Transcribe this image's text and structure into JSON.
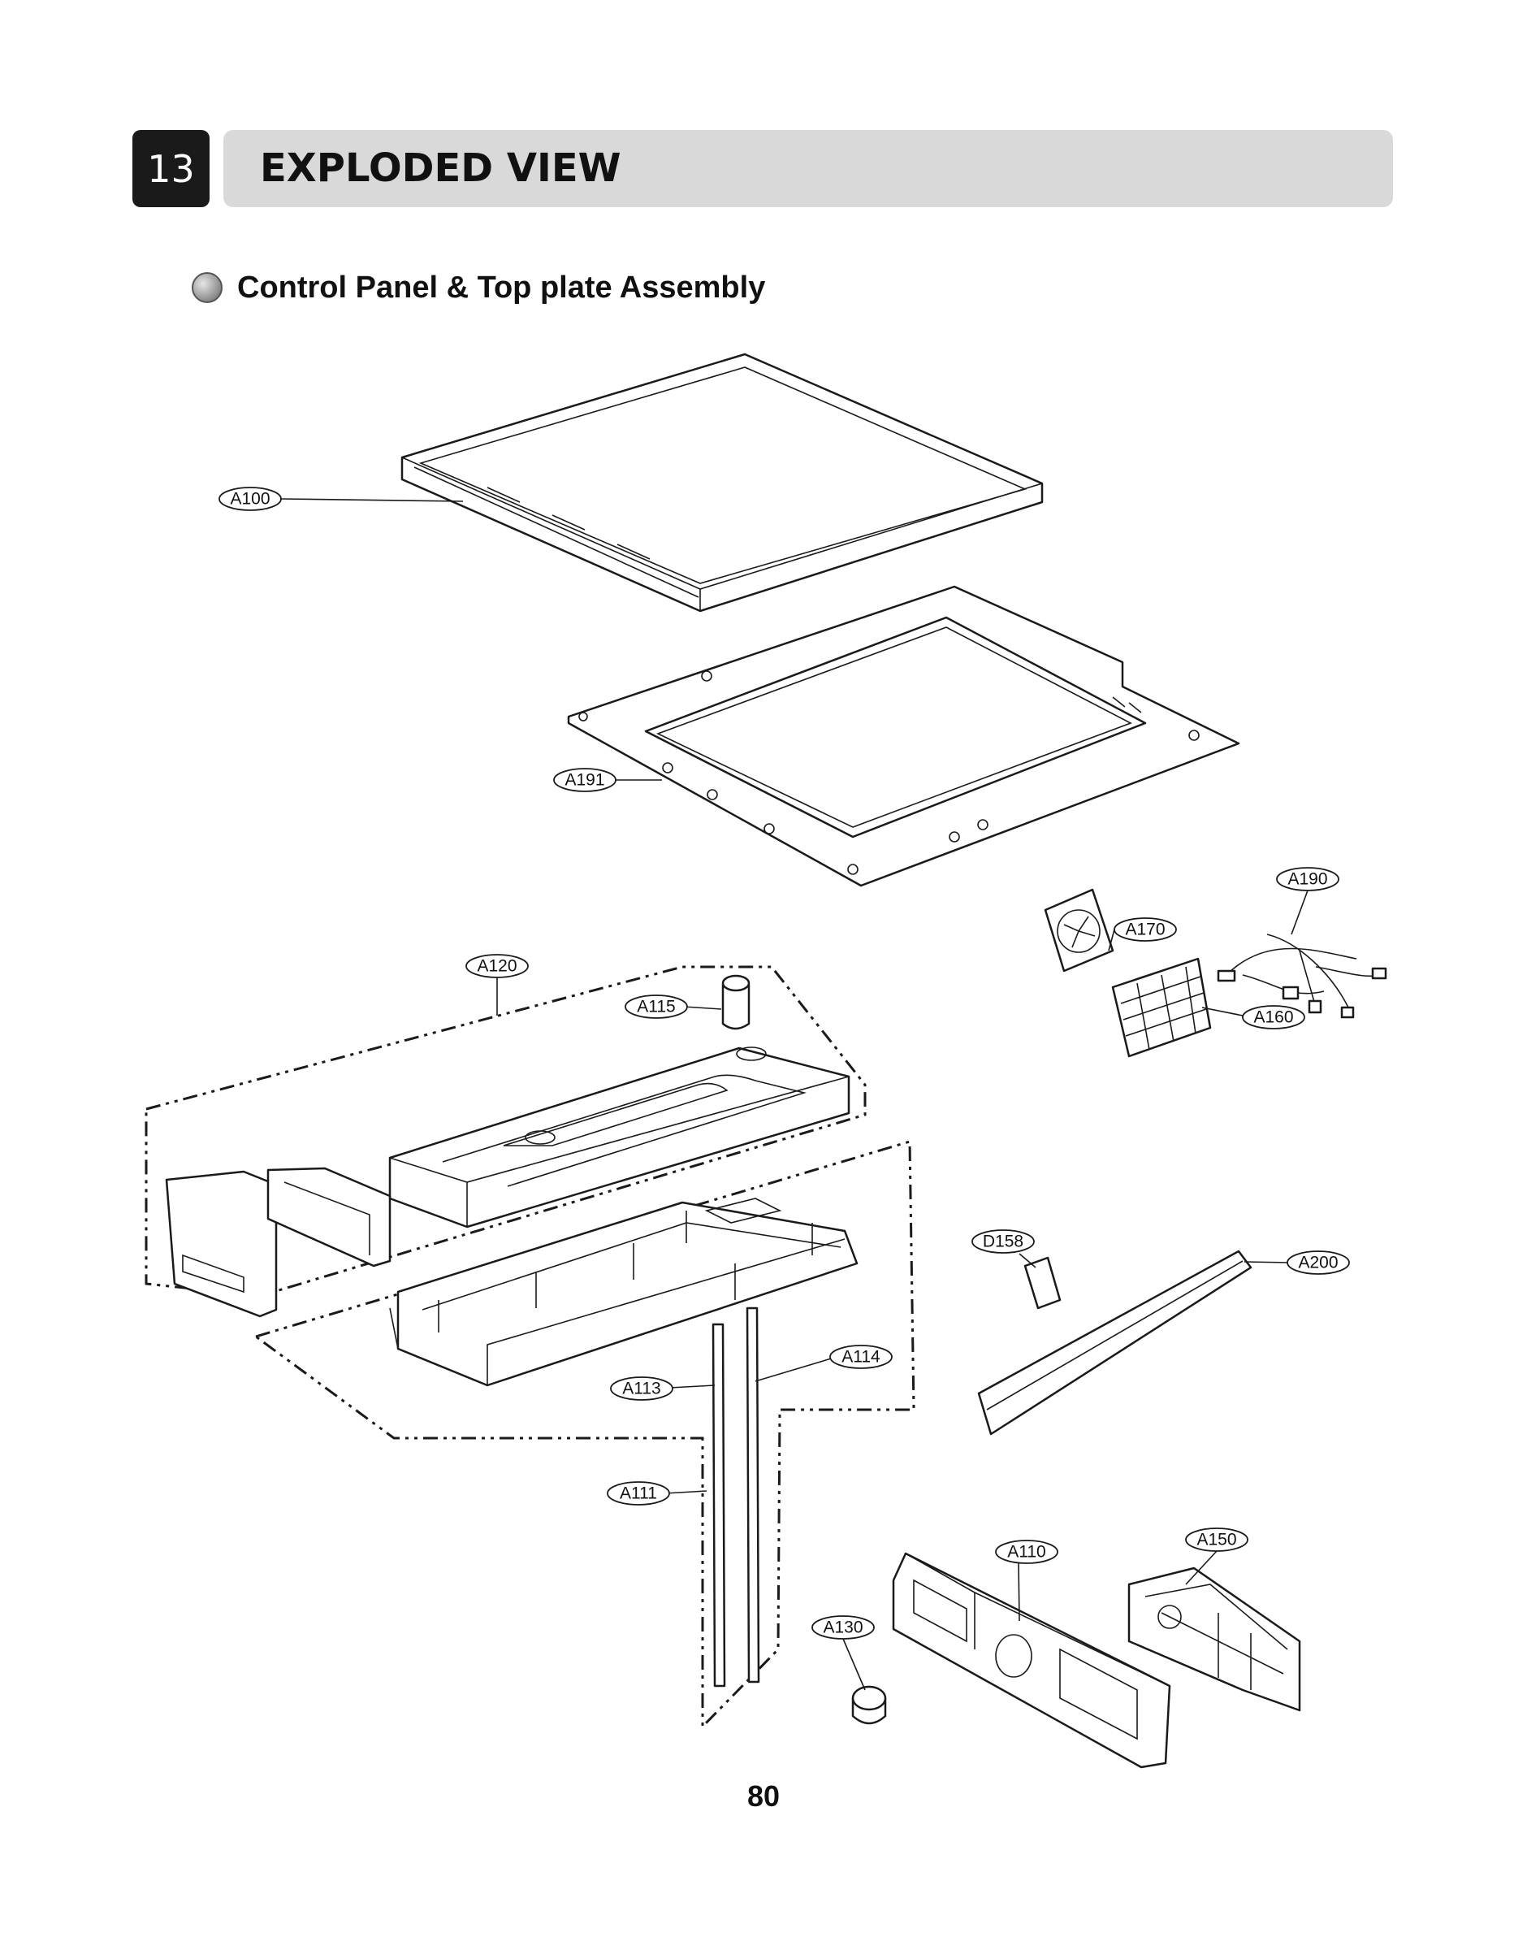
{
  "header": {
    "section_number": "13",
    "section_title": "EXPLODED VIEW"
  },
  "subsection": {
    "title": "Control Panel & Top plate Assembly"
  },
  "callouts": [
    {
      "id": "A100",
      "label": "A100"
    },
    {
      "id": "A191",
      "label": "A191"
    },
    {
      "id": "A190",
      "label": "A190"
    },
    {
      "id": "A170",
      "label": "A170"
    },
    {
      "id": "A160",
      "label": "A160"
    },
    {
      "id": "A120",
      "label": "A120"
    },
    {
      "id": "A115",
      "label": "A115"
    },
    {
      "id": "D158",
      "label": "D158"
    },
    {
      "id": "A200",
      "label": "A200"
    },
    {
      "id": "A114",
      "label": "A114"
    },
    {
      "id": "A113",
      "label": "A113"
    },
    {
      "id": "A111",
      "label": "A111"
    },
    {
      "id": "A110",
      "label": "A110"
    },
    {
      "id": "A150",
      "label": "A150"
    },
    {
      "id": "A130",
      "label": "A130"
    }
  ],
  "page_number": "80"
}
